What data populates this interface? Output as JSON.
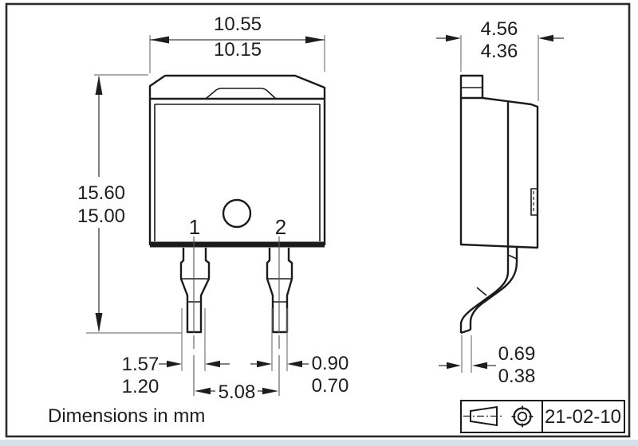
{
  "footer_note": "Dimensions in mm",
  "title_block": {
    "date": "21-02-10"
  },
  "front_view": {
    "pin1_label": "1",
    "pin2_label": "2",
    "width": {
      "max": "10.55",
      "min": "10.15"
    },
    "height": {
      "max": "15.60",
      "min": "15.00"
    },
    "lead1_width": {
      "max": "1.57",
      "min": "1.20"
    },
    "lead2_width": {
      "max": "0.90",
      "min": "0.70"
    },
    "lead_pitch": "5.08"
  },
  "side_view": {
    "depth": {
      "max": "4.56",
      "min": "4.36"
    },
    "lead_thickness": {
      "max": "0.69",
      "min": "0.38"
    }
  },
  "colors": {
    "line": "#1b1b1b",
    "background": "#ffffff",
    "edge_strip": "#d7dfeb"
  }
}
